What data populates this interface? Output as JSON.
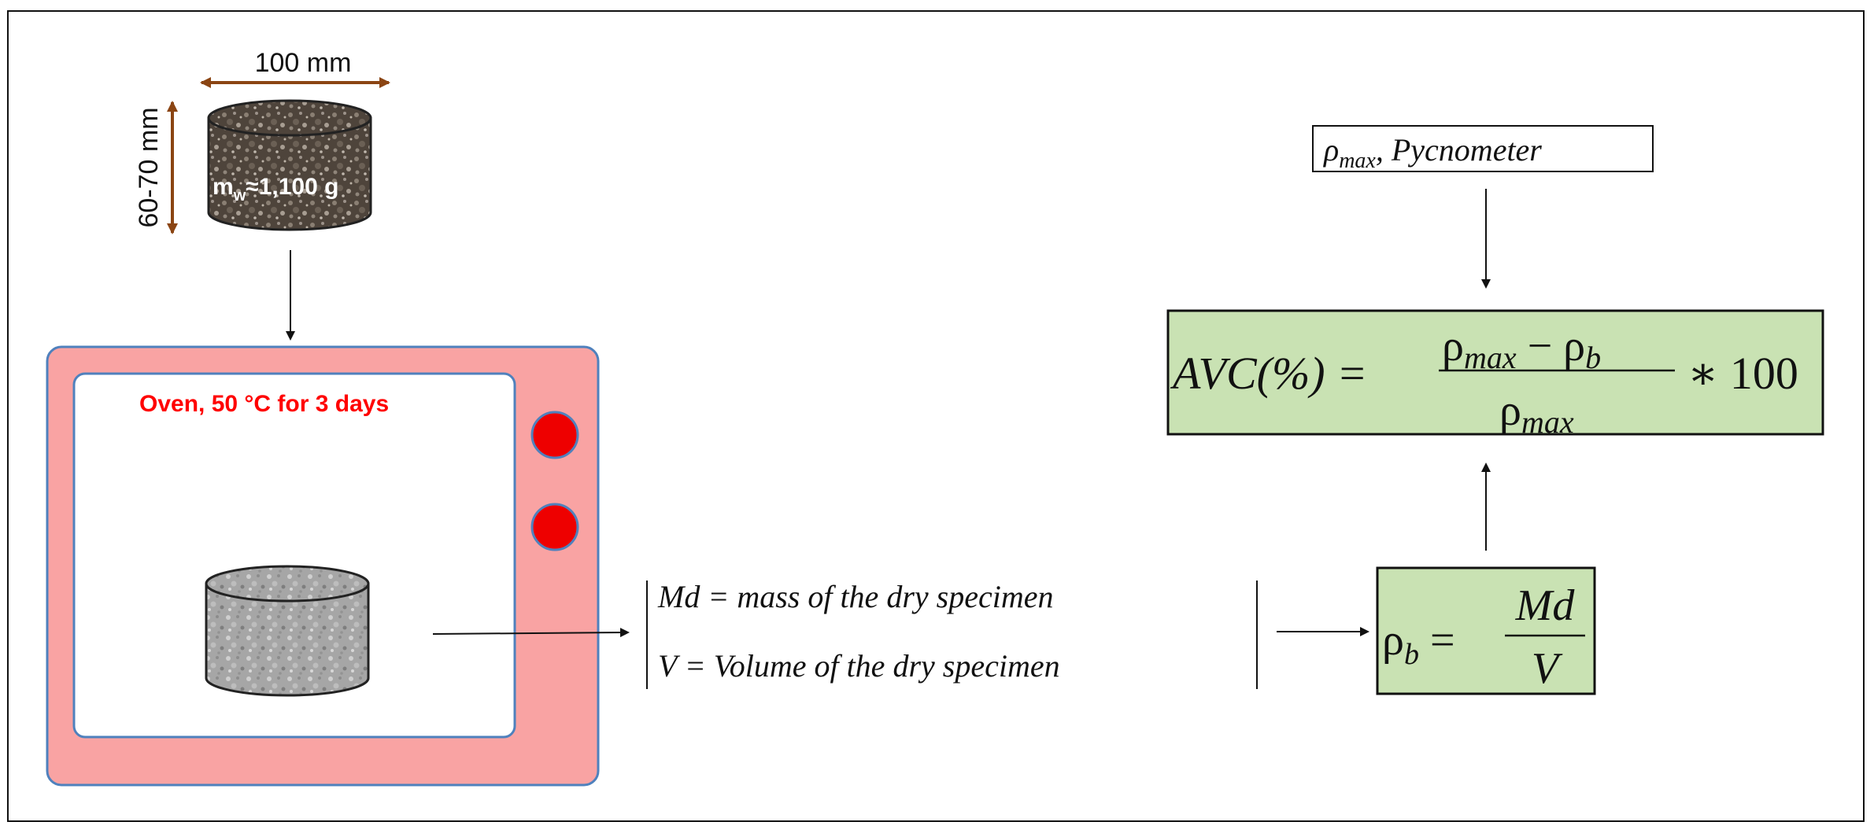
{
  "specimen": {
    "width_label": "100 mm",
    "height_label": "60-70 mm",
    "mass_symbol": "m",
    "mass_subscript": "w",
    "mass_value": "≈1,100 g"
  },
  "oven": {
    "label": "Oven, 50 °C for 3 days"
  },
  "definitions": {
    "md_line": "Md = mass of the dry specimen",
    "v_line": "V = Volume of the dry specimen"
  },
  "bulk_density_formula": {
    "rho": "ρ",
    "subscript": "b",
    "equals": "=",
    "numerator": "Md",
    "denominator": "V"
  },
  "pycnometer_box": {
    "rho": "ρ",
    "subscript": "max",
    "text": ", Pycnometer"
  },
  "avc_formula": {
    "lhs": "AVC(%) =",
    "num_rho1": "ρ",
    "num_sub1": "max",
    "num_minus": " − ρ",
    "num_sub2": "b",
    "den_rho": "ρ",
    "den_sub": "max",
    "times": "∗ 100"
  },
  "colors": {
    "oven_body": "#f9a3a3",
    "oven_knob": "#ee0000",
    "oven_label": "#ff0000",
    "formula_box_fill": "#c9e2b3",
    "dimension_arrow": "#8b4513",
    "specimen_dark": "#4a3f36",
    "specimen_light": "#a8a8a8"
  }
}
